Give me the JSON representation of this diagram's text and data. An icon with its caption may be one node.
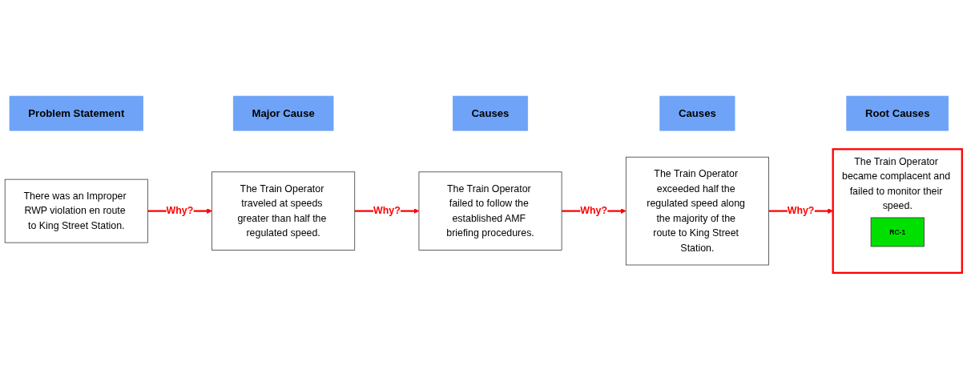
{
  "diagram": {
    "nodes": [
      {
        "text": [
          "Problem Statement"
        ]
      },
      {
        "text": [
          "Major Cause"
        ]
      },
      {
        "text": [
          "Causes"
        ]
      },
      {
        "text": [
          "Causes"
        ]
      },
      {
        "text": [
          "Root  Causes"
        ]
      },
      {
        "text": [
          "There was an Improper RWP violation en route to King Street Station."
        ]
      },
      {
        "text": [
          "The Train Operator traveled at speeds greater than half the regulated speed."
        ]
      },
      {
        "text": [
          "The Train Operator failed to follow the established AMF briefing procedures."
        ]
      },
      {
        "text": [
          "The Train Operator exceeded half the regulated speed along the majority of the route to King Street Station."
        ]
      },
      {
        "text": [
          "The Train Operator became complacent and failed to monitor their speed."
        ]
      },
      {
        "text": [
          "RC-1"
        ],
        "in": 9
      }
    ],
    "edges": [
      {
        "from": 5,
        "to": 6,
        "arrow": "to",
        "label": "Why?",
        "color": "#ff0000"
      },
      {
        "from": 6,
        "to": 7,
        "arrow": "to",
        "label": "Why?",
        "color": "#ff0000"
      },
      {
        "from": 7,
        "to": 8,
        "arrow": "to",
        "label": "Why?",
        "color": "#ff0000"
      },
      {
        "from": 8,
        "to": 9,
        "arrow": "to",
        "label": "Why?",
        "color": "#ff0000"
      }
    ]
  }
}
